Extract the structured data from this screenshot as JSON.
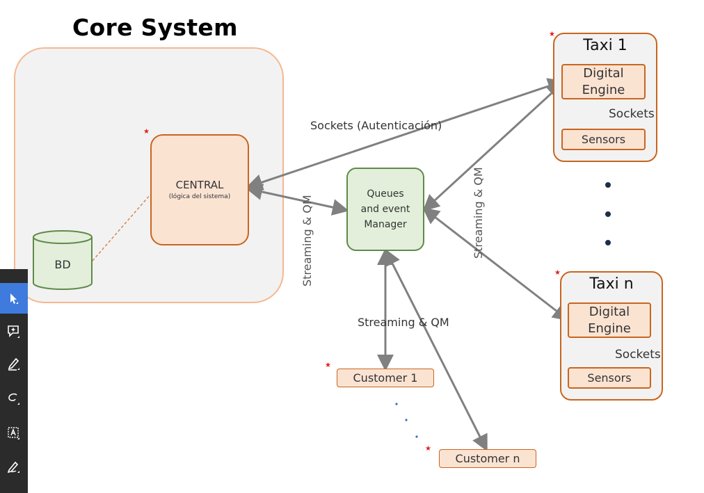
{
  "title": "Core System",
  "central": {
    "name": "CENTRAL",
    "subtitle": "(lógica del sistema)"
  },
  "db": {
    "name": "BD"
  },
  "queue_manager": {
    "label": "Queues and event Manager"
  },
  "taxis": [
    {
      "title": "Taxi 1",
      "engine": "Digital Engine",
      "sensors": "Sensors",
      "link": "Sockets"
    },
    {
      "title": "Taxi n",
      "engine": "Digital Engine",
      "sensors": "Sensors",
      "link": "Sockets"
    }
  ],
  "customers": [
    {
      "label": "Customer 1"
    },
    {
      "label": "Customer n"
    }
  ],
  "edge_labels": {
    "auth": "Sockets (Autenticación)",
    "central_queue": "Streaming & QM",
    "taxi_queue": "Streaming & QM",
    "customer_queue": "Streaming & QM"
  },
  "toolbar": {
    "tools": [
      "pointer-icon",
      "add-comment-icon",
      "highlight-icon",
      "lasso-icon",
      "text-box-icon",
      "draw-icon"
    ]
  },
  "colors": {
    "orange_border": "#c8651f",
    "orange_fill": "#fbe3d2",
    "green_border": "#5f8a4a",
    "green_fill": "#e3efda",
    "arrow": "#808080",
    "toolbar_bg": "#2b2b2b",
    "toolbar_active": "#3f7bdc"
  }
}
